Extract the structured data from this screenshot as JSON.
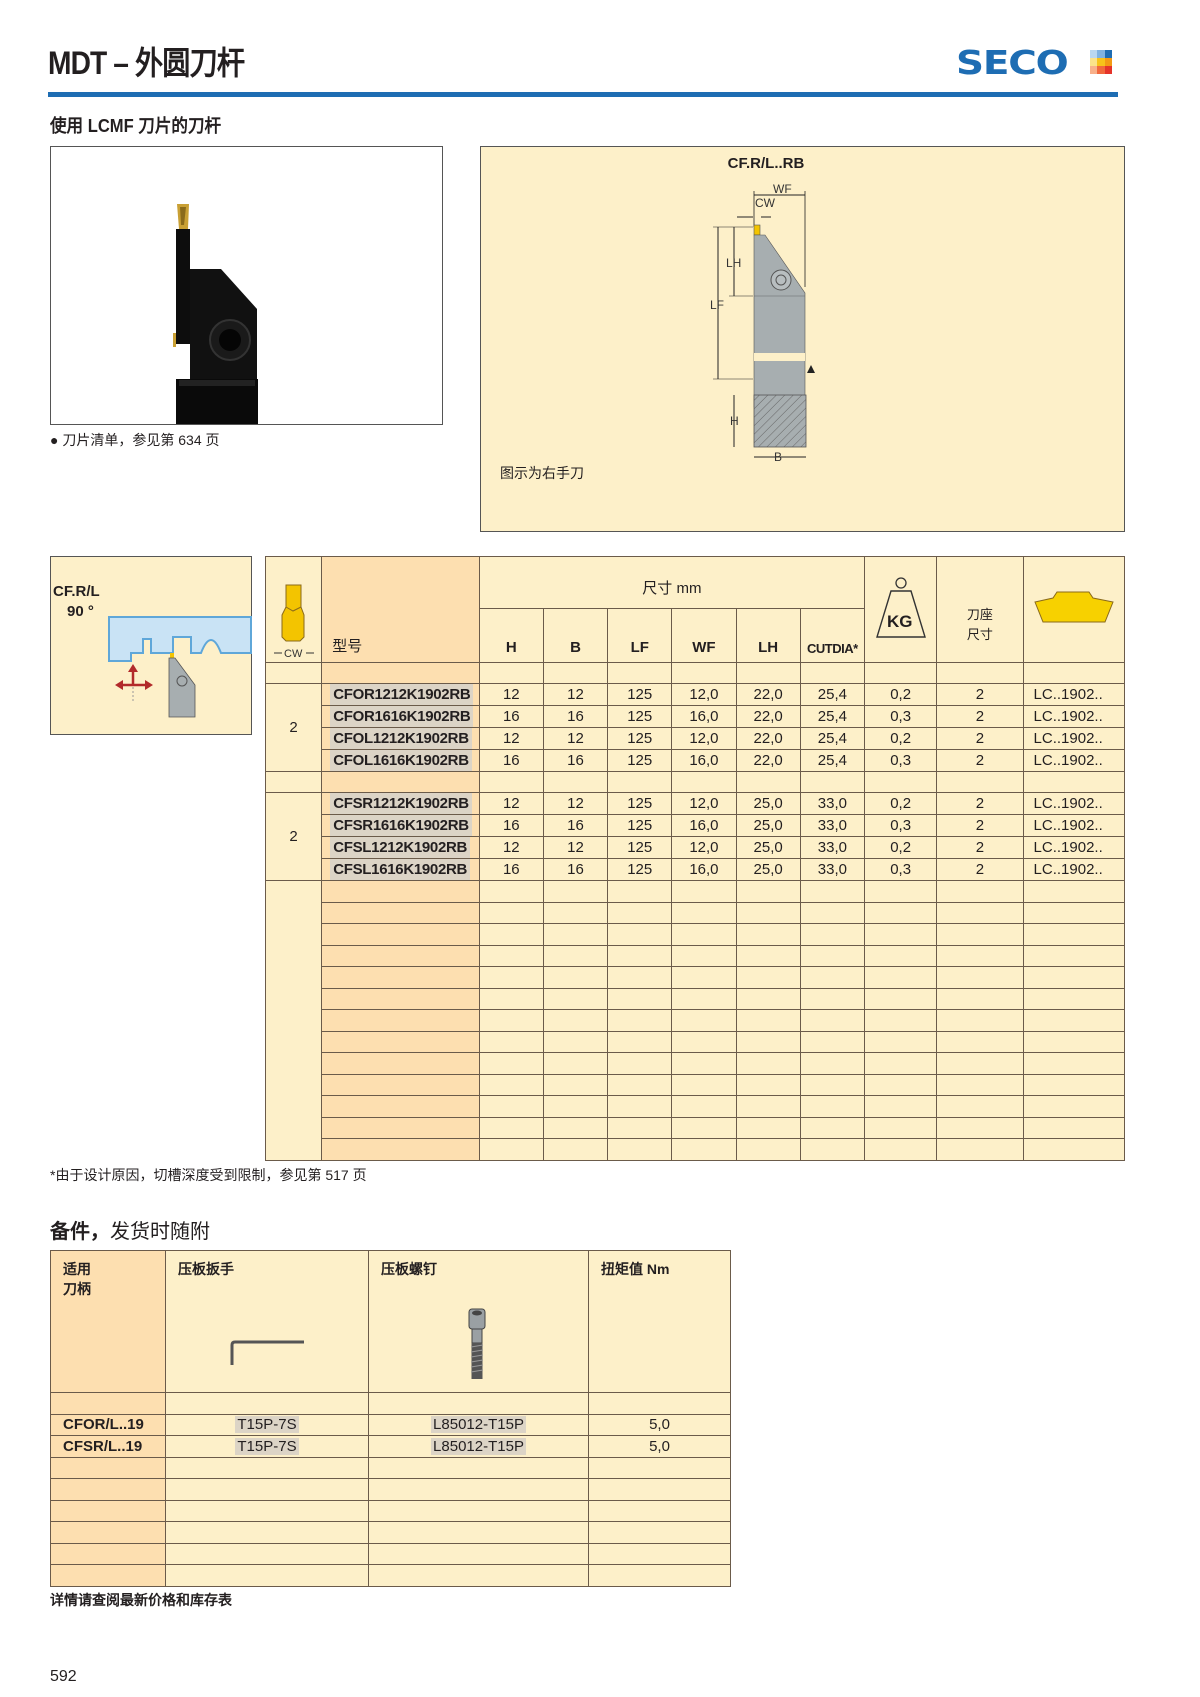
{
  "header": {
    "title": "MDT – 外圆刀杆",
    "logo_text": "SECO",
    "subtitle": "使用 LCMF 刀片的刀杆"
  },
  "photo": {
    "caption_bullet": "●",
    "caption": "刀片清单，参见第 634 页"
  },
  "diagram": {
    "title": "CF.R/L..RB",
    "labels": {
      "wf": "WF",
      "cw": "CW",
      "lh": "LH",
      "lf": "LF",
      "h": "H",
      "b": "B"
    },
    "caption": "图示为右手刀"
  },
  "icon_box": {
    "label_line1": "CF.R/L",
    "label_line2": "90 °"
  },
  "main_table": {
    "cw_label": "CW",
    "model_header": "型号",
    "dims_header": "尺寸 mm",
    "columns": [
      "H",
      "B",
      "LF",
      "WF",
      "LH",
      "CUTDIA*"
    ],
    "kg_label": "KG",
    "seat_header_line1": "刀座",
    "seat_header_line2": "尺寸",
    "groups": [
      {
        "cw": "2",
        "rows": [
          {
            "model": "CFOR1212K1902RB",
            "h": "12",
            "b": "12",
            "lf": "125",
            "wf": "12,0",
            "lh": "22,0",
            "cutdia": "25,4",
            "kg": "0,2",
            "seat": "2",
            "insert": "LC..1902.."
          },
          {
            "model": "CFOR1616K1902RB",
            "h": "16",
            "b": "16",
            "lf": "125",
            "wf": "16,0",
            "lh": "22,0",
            "cutdia": "25,4",
            "kg": "0,3",
            "seat": "2",
            "insert": "LC..1902.."
          },
          {
            "model": "CFOL1212K1902RB",
            "h": "12",
            "b": "12",
            "lf": "125",
            "wf": "12,0",
            "lh": "22,0",
            "cutdia": "25,4",
            "kg": "0,2",
            "seat": "2",
            "insert": "LC..1902.."
          },
          {
            "model": "CFOL1616K1902RB",
            "h": "16",
            "b": "16",
            "lf": "125",
            "wf": "16,0",
            "lh": "22,0",
            "cutdia": "25,4",
            "kg": "0,3",
            "seat": "2",
            "insert": "LC..1902.."
          }
        ]
      },
      {
        "cw": "2",
        "rows": [
          {
            "model": "CFSR1212K1902RB",
            "h": "12",
            "b": "12",
            "lf": "125",
            "wf": "12,0",
            "lh": "25,0",
            "cutdia": "33,0",
            "kg": "0,2",
            "seat": "2",
            "insert": "LC..1902.."
          },
          {
            "model": "CFSR1616K1902RB",
            "h": "16",
            "b": "16",
            "lf": "125",
            "wf": "16,0",
            "lh": "25,0",
            "cutdia": "33,0",
            "kg": "0,3",
            "seat": "2",
            "insert": "LC..1902.."
          },
          {
            "model": "CFSL1212K1902RB",
            "h": "12",
            "b": "12",
            "lf": "125",
            "wf": "12,0",
            "lh": "25,0",
            "cutdia": "33,0",
            "kg": "0,2",
            "seat": "2",
            "insert": "LC..1902.."
          },
          {
            "model": "CFSL1616K1902RB",
            "h": "16",
            "b": "16",
            "lf": "125",
            "wf": "16,0",
            "lh": "25,0",
            "cutdia": "33,0",
            "kg": "0,3",
            "seat": "2",
            "insert": "LC..1902.."
          }
        ]
      }
    ],
    "empty_rows": 13,
    "footnote": "*由于设计原因，切槽深度受到限制，参见第 517 页"
  },
  "spare_parts": {
    "title_bold": "备件，",
    "title_rest": "发货时随附",
    "headers": {
      "holder_line1": "适用",
      "holder_line2": "刀柄",
      "key": "压板扳手",
      "screw": "压板螺钉",
      "torque": "扭矩值 Nm"
    },
    "rows": [
      {
        "holder": "CFOR/L..19",
        "key": "T15P-7S",
        "screw": "L85012-T15P",
        "torque": "5,0"
      },
      {
        "holder": "CFSR/L..19",
        "key": "T15P-7S",
        "screw": "L85012-T15P",
        "torque": "5,0"
      }
    ],
    "empty_rows": 6,
    "note": "详情请查阅最新价格和库存表"
  },
  "page_number": "592",
  "colors": {
    "brand_blue": "#1e6db3",
    "panel_cream": "#fdf0c9",
    "model_column": "#fddfb0",
    "insert_yellow": "#f7d100",
    "grid_line": "#6b5b4a"
  }
}
